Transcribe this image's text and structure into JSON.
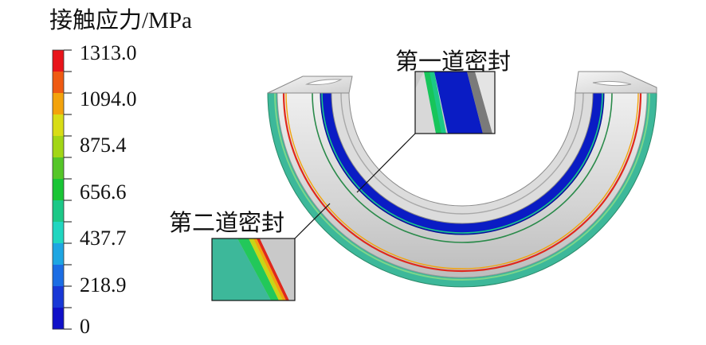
{
  "legend": {
    "title": "接触应力/MPa",
    "ticks": [
      "1313.0",
      "1094.0",
      "875.4",
      "656.6",
      "437.7",
      "218.9",
      "0"
    ],
    "colors": [
      "#e8141a",
      "#ef5a12",
      "#f3a30c",
      "#d8dd16",
      "#a2d615",
      "#55c628",
      "#19c535",
      "#1cc887",
      "#20d6c0",
      "#1ea6e2",
      "#1b6de4",
      "#1838d6",
      "#1010c8"
    ]
  },
  "callouts": {
    "first_seal": "第一道密封",
    "second_seal": "第二道密封"
  },
  "colors": {
    "outer_band": "#3db89a",
    "outer_edge": "#2a9a6a",
    "inner_blue": "#0a1cc4",
    "body_gray": "#d6d6d6",
    "hot_line": "#e0281c"
  }
}
